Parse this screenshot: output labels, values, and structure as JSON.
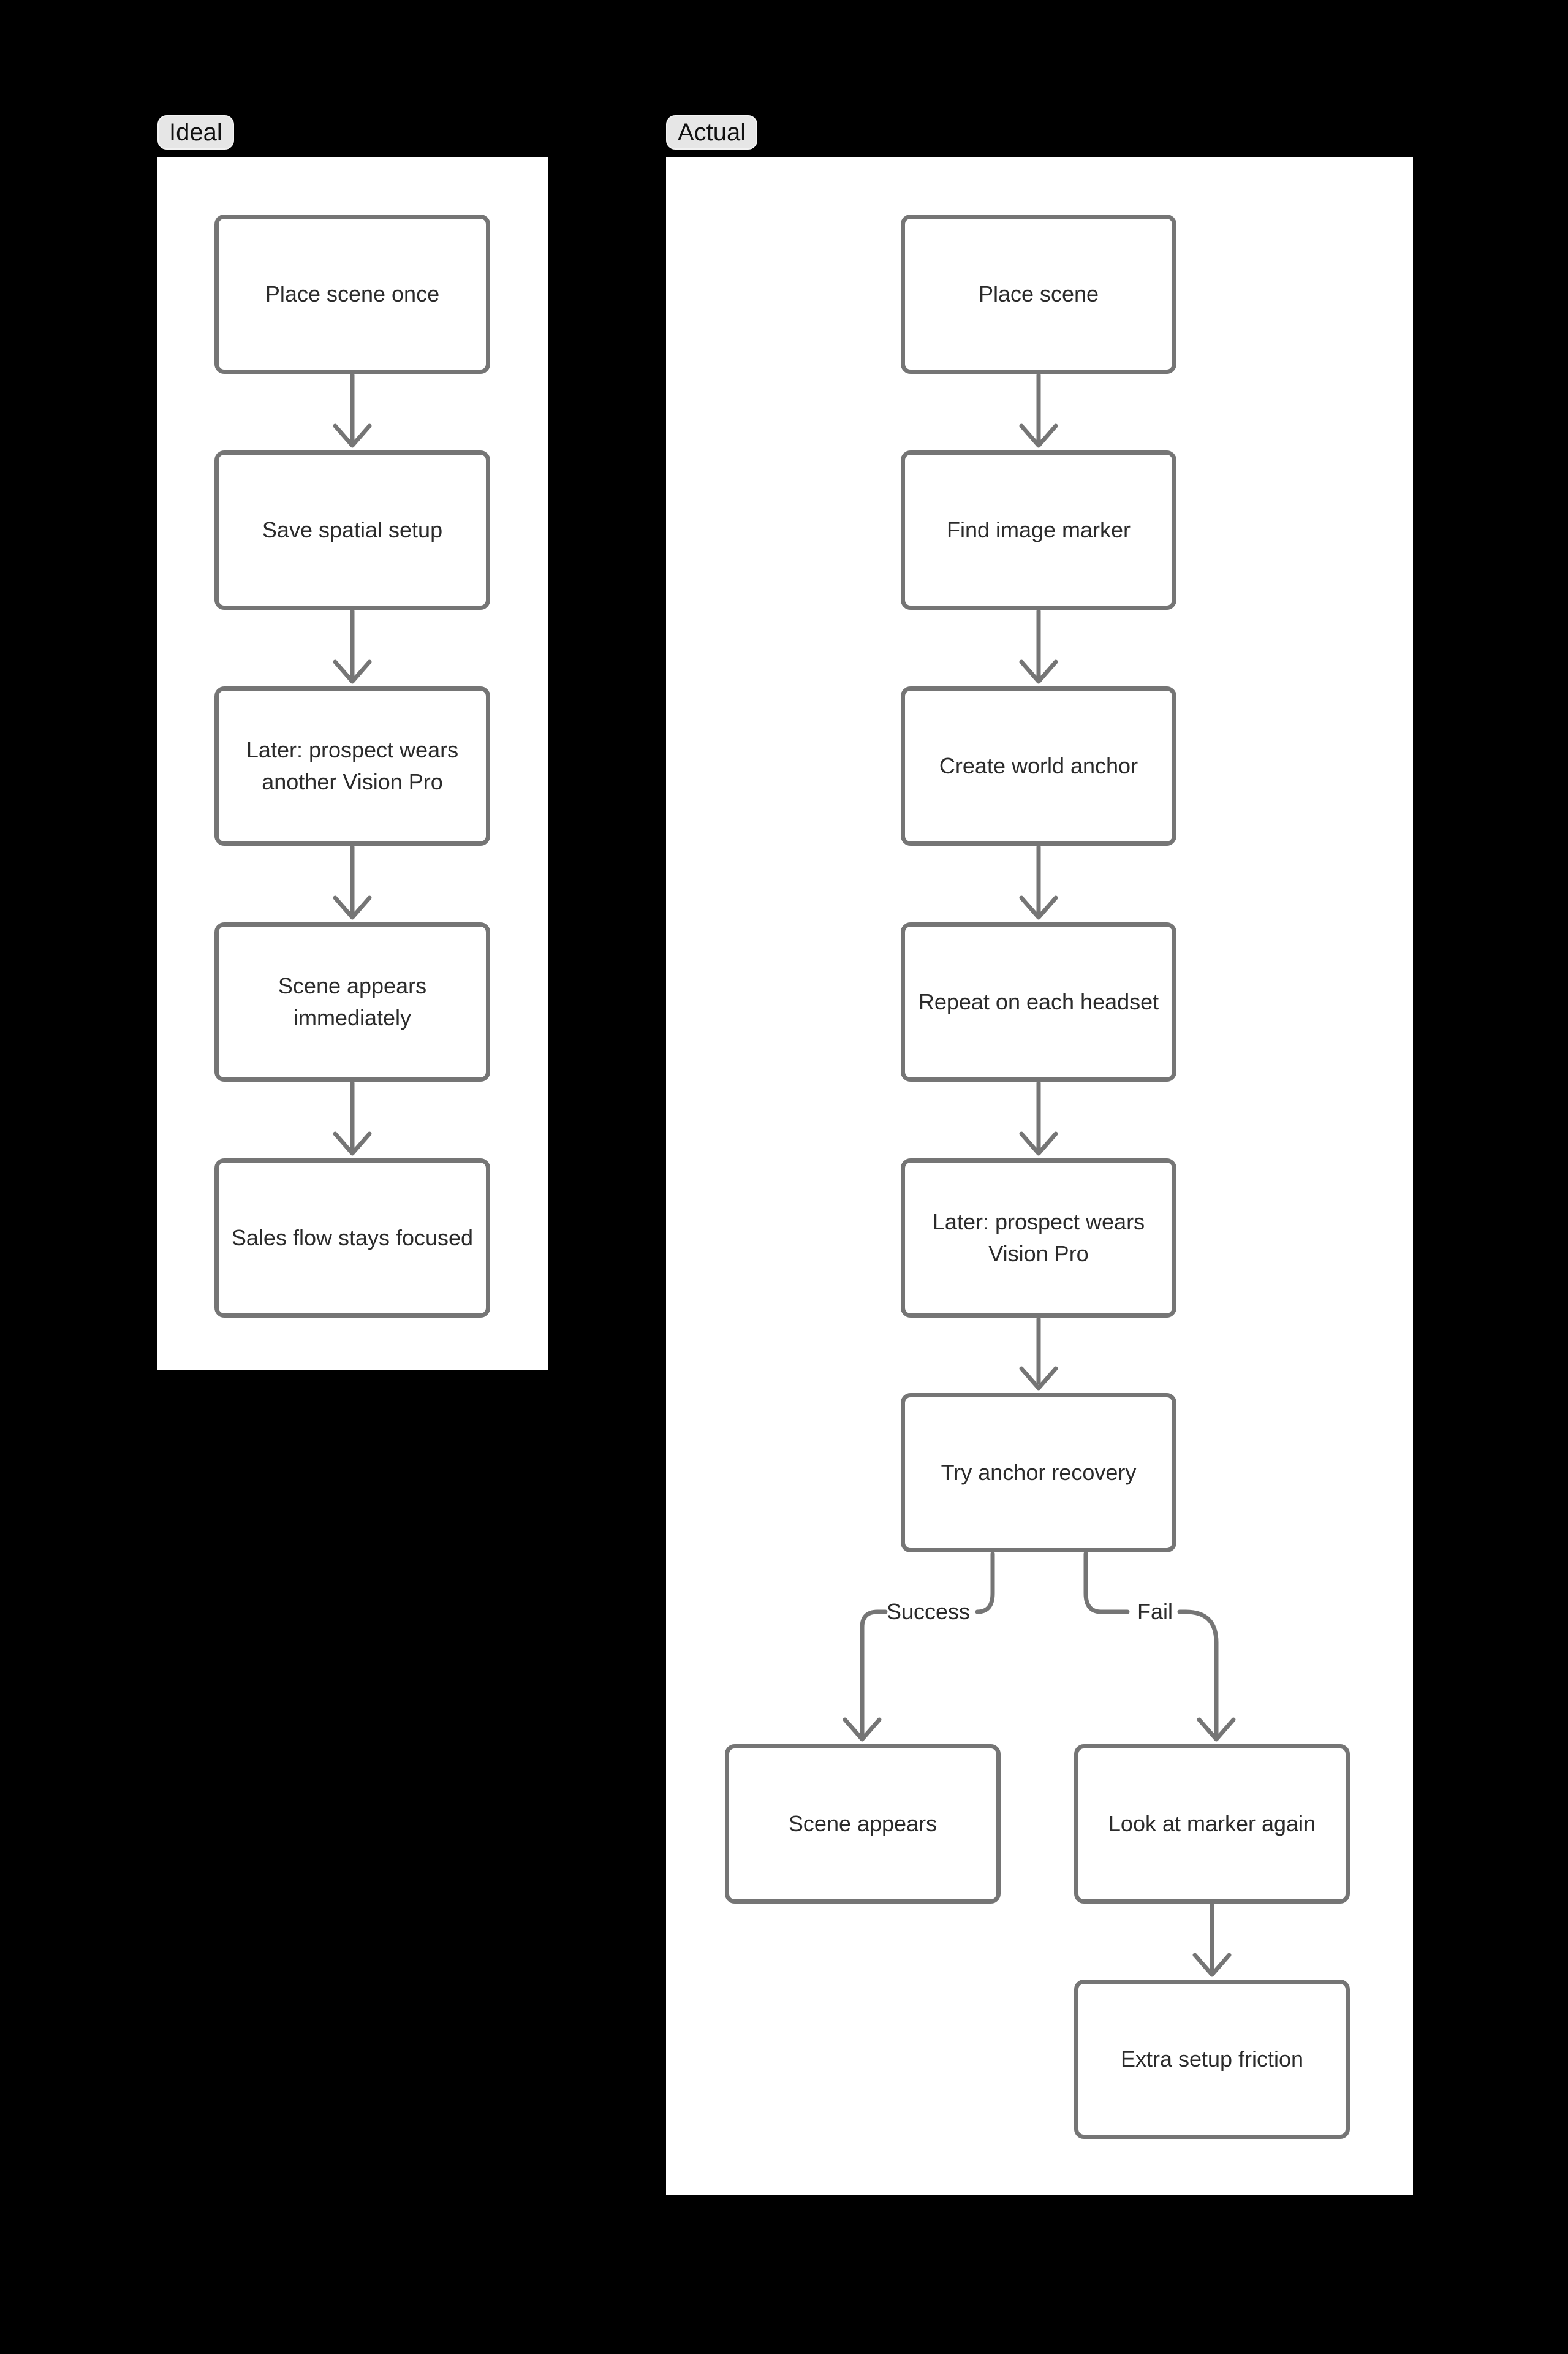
{
  "theme": {
    "background": "#000000",
    "panel_bg": "#ffffff",
    "stroke": "#757575",
    "text": "#2b2b2b",
    "tab_bg": "#e6e6e6",
    "tab_border": "#f2f2f2",
    "tab_text": "#111111"
  },
  "ideal": {
    "tab_label": "Ideal",
    "nodes": [
      {
        "label": "Place scene once"
      },
      {
        "label": "Save spatial setup"
      },
      {
        "label": "Later: prospect wears another Vision Pro"
      },
      {
        "label": "Scene appears immediately"
      },
      {
        "label": "Sales flow stays focused"
      }
    ]
  },
  "actual": {
    "tab_label": "Actual",
    "nodes": [
      {
        "label": "Place scene"
      },
      {
        "label": "Find image marker"
      },
      {
        "label": "Create world anchor"
      },
      {
        "label": "Repeat on each headset"
      },
      {
        "label": "Later: prospect wears Vision Pro"
      },
      {
        "label": "Try anchor recovery"
      }
    ],
    "branch": {
      "success_edge_label": "Success",
      "fail_edge_label": "Fail"
    },
    "branch_nodes": [
      {
        "label": "Scene appears"
      },
      {
        "label": "Look at marker again"
      },
      {
        "label": "Extra setup friction"
      }
    ]
  }
}
